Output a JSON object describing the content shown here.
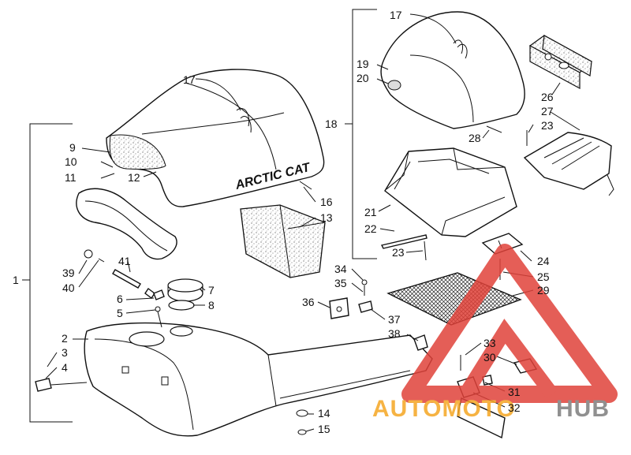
{
  "diagram": {
    "brand_text": "ARCTIC CAT",
    "callouts": [
      {
        "id": "c17a",
        "label": "17"
      },
      {
        "id": "c17b",
        "label": "17"
      },
      {
        "id": "c9",
        "label": "9"
      },
      {
        "id": "c10",
        "label": "10"
      },
      {
        "id": "c11",
        "label": "11"
      },
      {
        "id": "c12",
        "label": "12"
      },
      {
        "id": "c16",
        "label": "16"
      },
      {
        "id": "c13",
        "label": "13"
      },
      {
        "id": "c18",
        "label": "18"
      },
      {
        "id": "c19",
        "label": "19"
      },
      {
        "id": "c20",
        "label": "20"
      },
      {
        "id": "c26",
        "label": "26"
      },
      {
        "id": "c27",
        "label": "27"
      },
      {
        "id": "c23a",
        "label": "23"
      },
      {
        "id": "c28",
        "label": "28"
      },
      {
        "id": "c21",
        "label": "21"
      },
      {
        "id": "c22",
        "label": "22"
      },
      {
        "id": "c23b",
        "label": "23"
      },
      {
        "id": "c24",
        "label": "24"
      },
      {
        "id": "c25",
        "label": "25"
      },
      {
        "id": "c29",
        "label": "29"
      },
      {
        "id": "c1",
        "label": "1"
      },
      {
        "id": "c39",
        "label": "39"
      },
      {
        "id": "c40",
        "label": "40"
      },
      {
        "id": "c41",
        "label": "41"
      },
      {
        "id": "c7",
        "label": "7"
      },
      {
        "id": "c8",
        "label": "8"
      },
      {
        "id": "c6",
        "label": "6"
      },
      {
        "id": "c5",
        "label": "5"
      },
      {
        "id": "c34",
        "label": "34"
      },
      {
        "id": "c35",
        "label": "35"
      },
      {
        "id": "c36",
        "label": "36"
      },
      {
        "id": "c37",
        "label": "37"
      },
      {
        "id": "c38",
        "label": "38"
      },
      {
        "id": "c2",
        "label": "2"
      },
      {
        "id": "c3",
        "label": "3"
      },
      {
        "id": "c4",
        "label": "4"
      },
      {
        "id": "c33",
        "label": "33"
      },
      {
        "id": "c30",
        "label": "30"
      },
      {
        "id": "c31",
        "label": "31"
      },
      {
        "id": "c32",
        "label": "32"
      },
      {
        "id": "c14",
        "label": "14"
      },
      {
        "id": "c15",
        "label": "15"
      }
    ]
  },
  "watermark": {
    "text_left": "AUTOMOTO",
    "text_right": "HUB",
    "colors": {
      "orange": "#f5a623",
      "red": "#e0423a",
      "gray": "#7d7d7d"
    }
  }
}
